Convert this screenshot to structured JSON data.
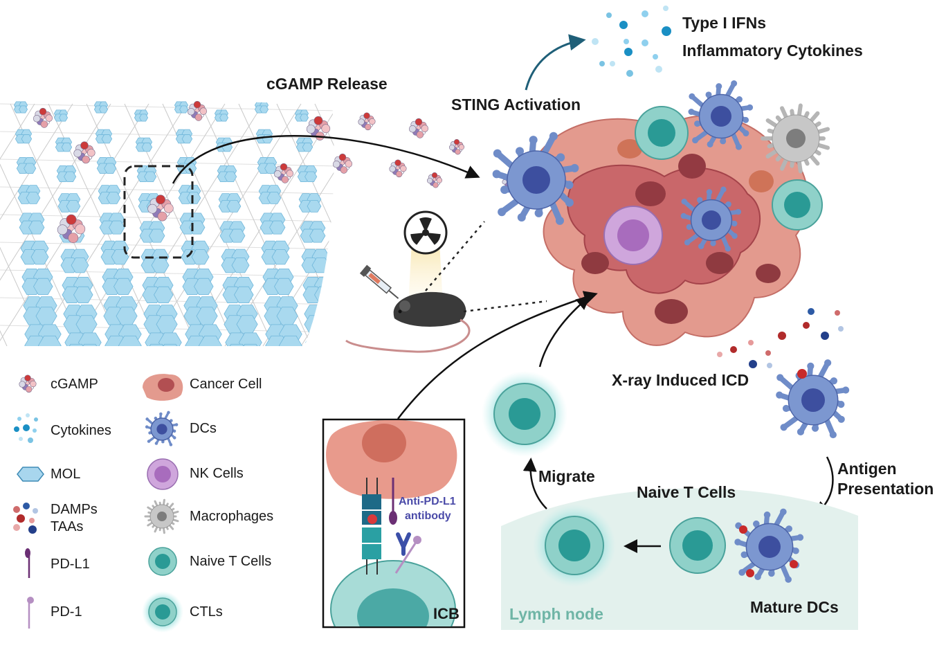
{
  "labels": {
    "cgamp_release": "cGAMP Release",
    "sting_activation": "STING Activation",
    "type1_ifns": "Type I IFNs",
    "inflammatory_cytokines": "Inflammatory Cytokines",
    "xray_icd": "X-ray Induced ICD",
    "antigen": "Antigen",
    "presentation": "Presentation",
    "migrate": "Migrate",
    "naive_t_cells": "Naive T Cells",
    "mature_dcs": "Mature DCs",
    "lymph_node": "Lymph node",
    "anti_pdl1_line1": "Anti-PD-L1",
    "anti_pdl1_line2": "antibody",
    "icb": "ICB"
  },
  "legend": {
    "left": [
      "cGAMP",
      "Cytokines",
      "MOL",
      "DAMPs",
      "TAAs",
      "PD-L1",
      "PD-1"
    ],
    "right": [
      "Cancer Cell",
      "DCs",
      "NK Cells",
      "Macrophages",
      "Naive T Cells",
      "CTLs"
    ]
  },
  "colors": {
    "mol": "#9fd3ec",
    "cancer": "#d97e72",
    "cancer_dark": "#a4434a",
    "dc": "#6f8cc8",
    "dc_nucleus": "#3d4f9f",
    "t_cell": "#8fd1c9",
    "t_nucleus": "#2a9a95",
    "nk": "#b88ac9",
    "macrophage": "#a9a9a9",
    "lymph": "#e3f1ed",
    "lymph_text": "#6fb5a6",
    "antibody_text": "#4a4aa8"
  }
}
